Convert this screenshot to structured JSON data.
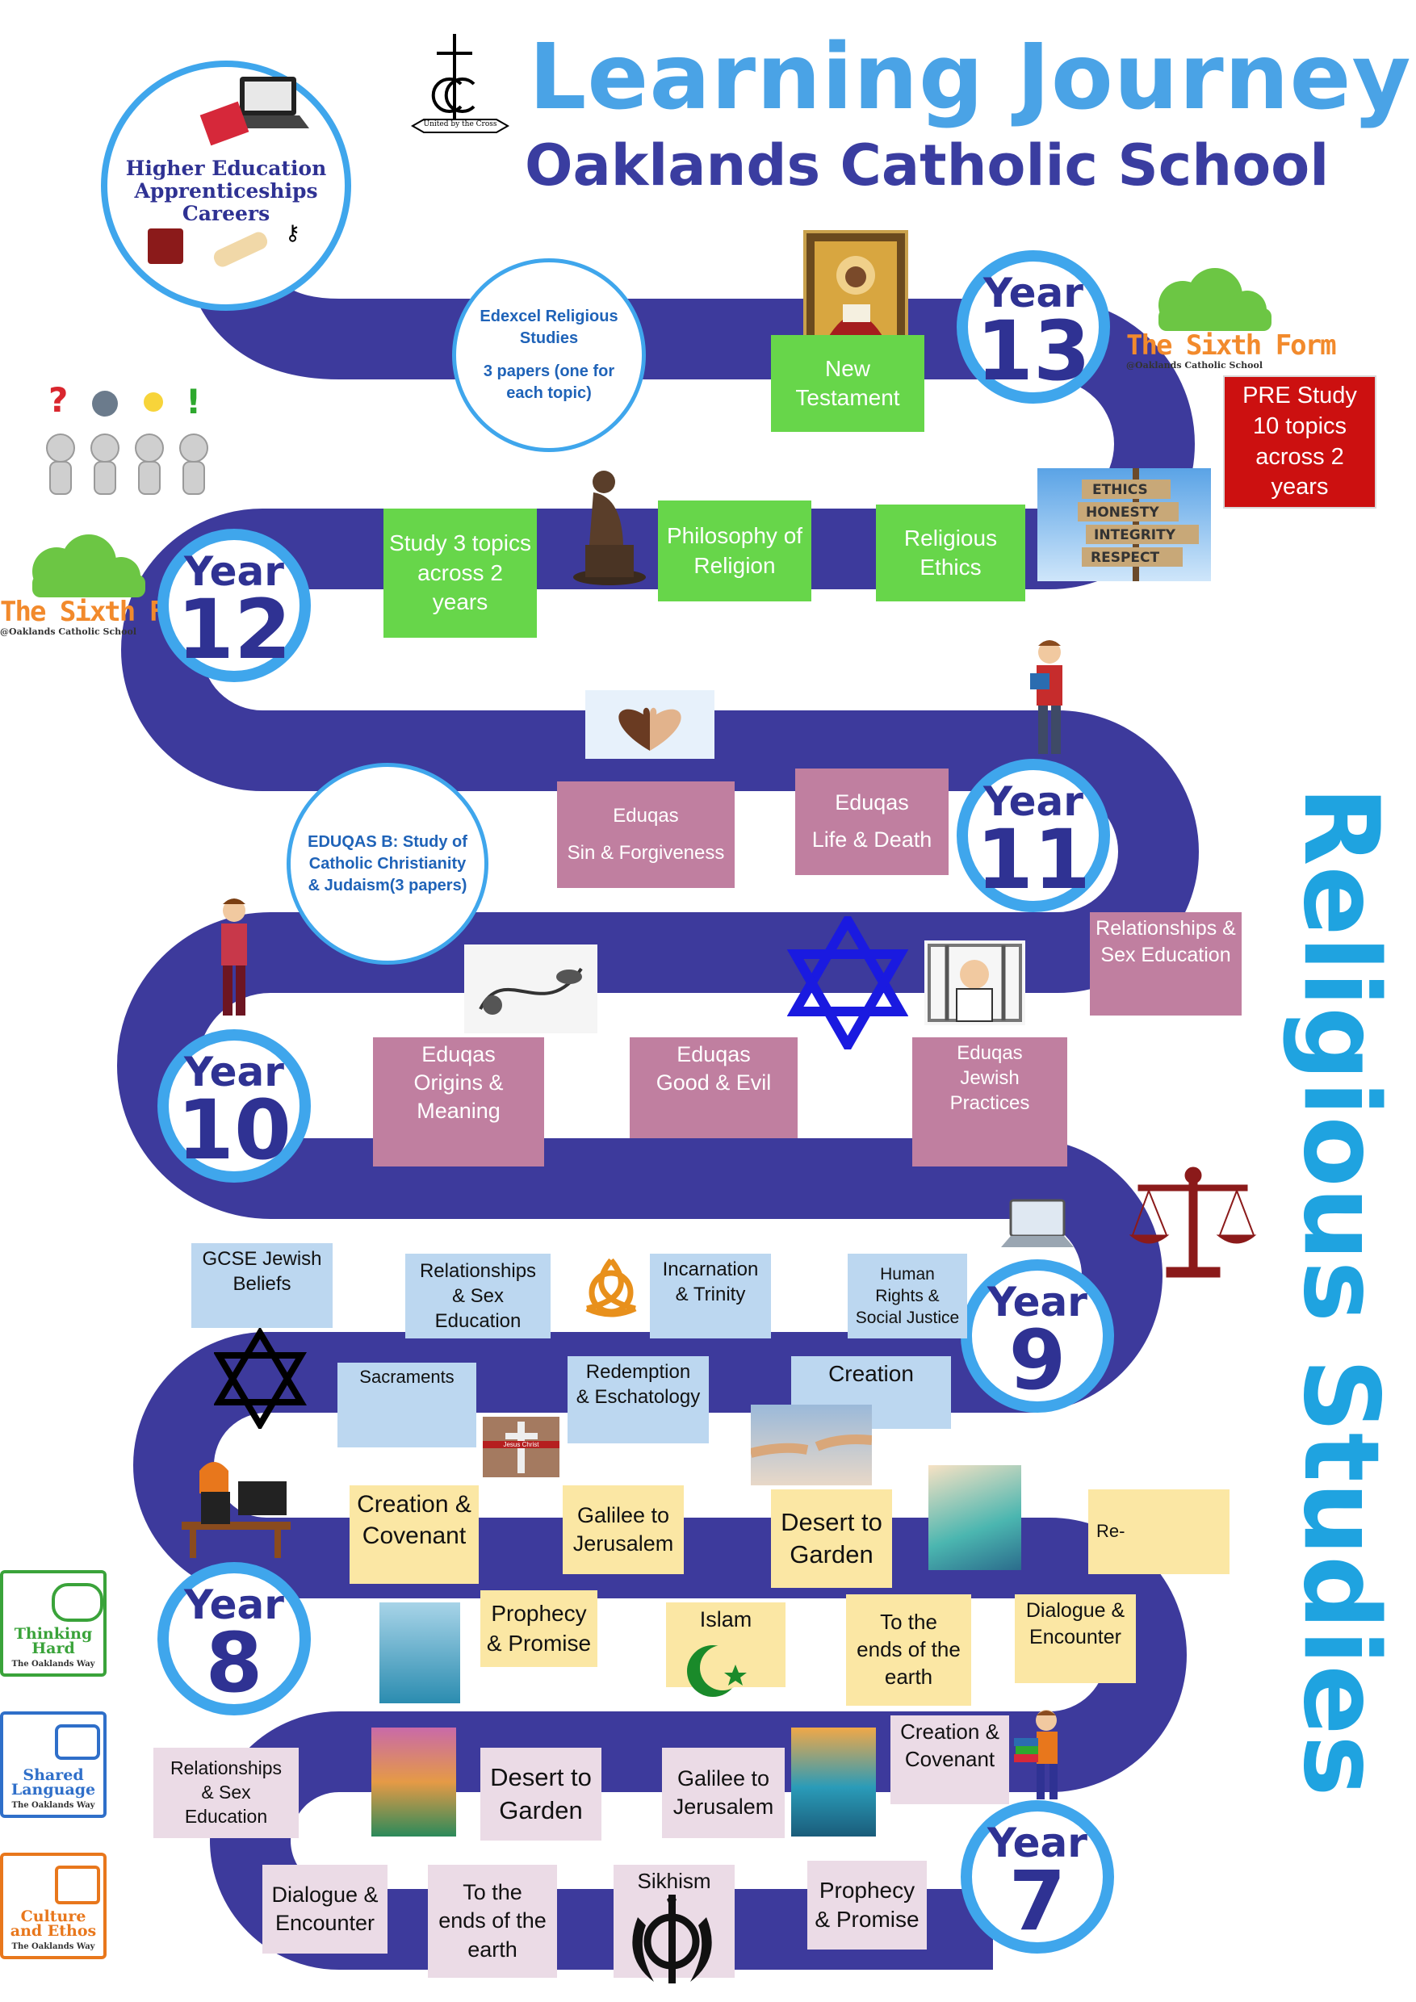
{
  "header": {
    "title": "Learning Journey",
    "subtitle": "Oaklands Catholic School",
    "logo_motto": "United by the Cross"
  },
  "side_title": "Religious Studies",
  "top_circle": "Higher Education\nApprenticeships\nCareers",
  "sixth_form": {
    "title": "The Sixth Form",
    "sub": "@Oaklands Catholic School"
  },
  "years": {
    "word": "Year",
    "y13": "13",
    "y12": "12",
    "y11": "11",
    "y10": "10",
    "y9": "9",
    "y8": "8",
    "y7": "7"
  },
  "bubbles": {
    "edexcel_title": "Edexcel Religious Studies",
    "edexcel_sub": "3 papers (one for each topic)",
    "eduqas": "EDUQAS B: Study of Catholic Christianity & Judaism(3 papers)"
  },
  "sixth_boxes": {
    "new_testament": "New Testament",
    "pre_study": "PRE Study 10 topics across 2 years",
    "study3": "Study 3 topics across 2 years",
    "philosophy": "Philosophy of Religion",
    "ethics": "Religious Ethics"
  },
  "ethics_sign": [
    "ETHICS",
    "HONESTY",
    "INTEGRITY",
    "RESPECT"
  ],
  "gcse_boxes": {
    "sin": "Eduqas\nSin & Forgiveness",
    "life_death": "Eduqas\nLife & Death",
    "rse11": "Relationships &\nSex Education",
    "origins": "Eduqas\nOrigins &\nMeaning",
    "good_evil": "Eduqas\nGood & Evil",
    "jewish_practices": "Eduqas\nJewish\nPractices"
  },
  "year9_boxes": {
    "jewish_beliefs": "GCSE Jewish\nBeliefs",
    "rse9": "Relationships\n& Sex\nEducation",
    "incarnation": "Incarnation\n& Trinity",
    "human_rights": "Human\nRights &\nSocial Justice",
    "sacraments": "Sacraments",
    "redemption": "Redemption\n& Eschatology",
    "creation": "Creation"
  },
  "year8_boxes": {
    "creation_covenant": "Creation &\nCovenant",
    "galilee": "Galilee to\nJerusalem",
    "desert": "Desert to\nGarden",
    "re": "Re-",
    "prophecy": "Prophecy\n& Promise",
    "islam": "Islam",
    "ends": "To the\nends of the\nearth",
    "dialogue": "Dialogue &\nEncounter"
  },
  "year7_boxes": {
    "rse7": "Relationships\n& Sex\nEducation",
    "desert": "Desert to\nGarden",
    "galilee": "Galilee to\nJerusalem",
    "creation_covenant": "Creation &\nCovenant",
    "dialogue": "Dialogue &\nEncounter",
    "ends": "To the\nends of the\nearth",
    "sikhism": "Sikhism",
    "prophecy": "Prophecy\n& Promise"
  },
  "image_labels": {
    "jesus_christ": "Jesus Christ"
  },
  "badges": {
    "thinking": "Thinking\nHard",
    "shared": "Shared\nLanguage",
    "culture": "Culture\nand Ethos",
    "way": "The Oaklands Way"
  },
  "colors": {
    "road": "#3d3a9c",
    "year_ring": "#3fa6ec",
    "title_blue": "#4aa3e6",
    "subtitle_navy": "#3a3da0",
    "green_box": "#67d64a",
    "pink_box": "#c07fa0",
    "blue_box": "#bcd7f0",
    "yellow_box": "#fbe7a4",
    "lilac_box": "#ebdbe6",
    "red_box": "#cc1010"
  }
}
